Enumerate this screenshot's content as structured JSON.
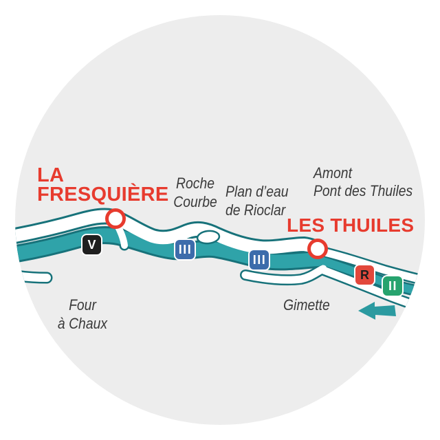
{
  "map": {
    "shape": "circular-inset",
    "background": "#ffffff",
    "circle_fill": "#ededed",
    "river": {
      "water_color": "#2fa3a9",
      "outline_color": "#17727a",
      "channel_color": "#ffffff"
    },
    "accent_red": "#e73b2e",
    "text_color": "#3a3a3a"
  },
  "labels": {
    "la_fresquiere": "LA\nFRESQUIÈRE",
    "roche_courbe": "Roche\nCourbe",
    "plan_deau_de_rioclar": "Plan d’eau\nde Rioclar",
    "amont_pont_des_thuiles": "Amont\nPont des Thuiles",
    "les_thuiles": "LES THUILES",
    "four_a_chaux": "Four\nà Chaux",
    "gimette": "Gimette"
  },
  "markers": [
    {
      "name": "la-fresquiere",
      "type": "village-circle",
      "color": "#e73b2e"
    },
    {
      "name": "les-thuiles",
      "type": "village-circle",
      "color": "#e73b2e"
    }
  ],
  "badges": [
    {
      "label": "V",
      "bg": "#1f1f1f",
      "fg": "#ffffff"
    },
    {
      "label": "III",
      "bg": "#3c6cab",
      "fg": "#ffffff"
    },
    {
      "label": "III",
      "bg": "#3c6cab",
      "fg": "#ffffff"
    },
    {
      "label": "R",
      "bg": "#e2483c",
      "fg": "#1d1d1d"
    },
    {
      "label": "II",
      "bg": "#27a36e",
      "fg": "#ffffff"
    }
  ],
  "arrow": {
    "direction": "left",
    "color": "#2b9aa0"
  }
}
